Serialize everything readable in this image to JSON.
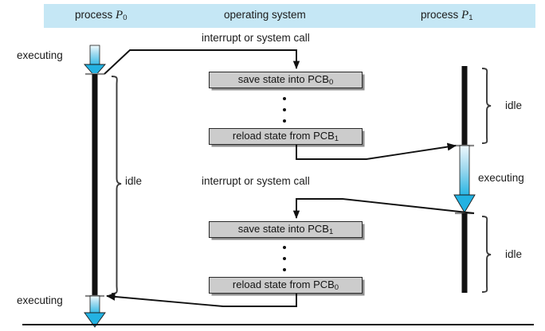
{
  "header": {
    "columns": [
      {
        "name": "process-p0",
        "text_main": "process ",
        "symbol": "P",
        "subscript": "0"
      },
      {
        "name": "operating-system",
        "text_main": "operating system",
        "symbol": "",
        "subscript": ""
      },
      {
        "name": "process-p1",
        "text_main": "process ",
        "symbol": "P",
        "subscript": "1"
      }
    ],
    "band_color": "#c5e7f5"
  },
  "notes": {
    "interrupt_1": "interrupt or system call",
    "interrupt_2": "interrupt or system call"
  },
  "labels": {
    "executing_top": "executing",
    "executing_bottom": "executing",
    "idle_p0": "idle",
    "executing_p1": "executing",
    "idle_p1_first": "idle",
    "idle_p1_second": "idle"
  },
  "os_boxes": [
    {
      "name": "save-state-pcb0",
      "text": "save state into PCB",
      "subscript": "0"
    },
    {
      "name": "reload-state-pcb1",
      "text": "reload state from PCB",
      "subscript": "1"
    },
    {
      "name": "save-state-pcb1",
      "text": "save state into PCB",
      "subscript": "1"
    },
    {
      "name": "reload-state-pcb0",
      "text": "reload state from PCB",
      "subscript": "0"
    }
  ],
  "colors": {
    "band": "#c5e7f5",
    "box_fill": "#cccccc",
    "box_border": "#2a2a2a",
    "arrow_cyan": "#29b6e0",
    "arrow_pale": "#e9f6fc",
    "timeline": "#111111",
    "line": "#111111"
  },
  "timelines": {
    "p0": {
      "executing_segments": 2,
      "idle_segments": 1
    },
    "p1": {
      "executing_segments": 1,
      "idle_segments": 2
    }
  }
}
